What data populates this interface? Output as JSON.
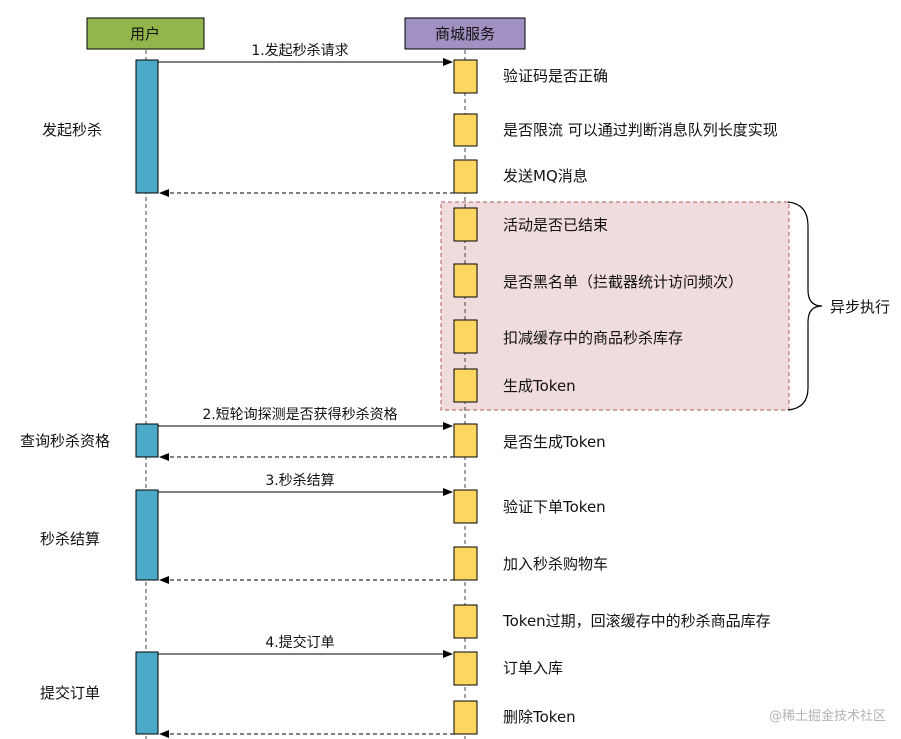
{
  "participants": {
    "user": {
      "label": "用户",
      "color": "#92b64c"
    },
    "mall": {
      "label": "商城服务",
      "color": "#a190c2"
    }
  },
  "activation_colors": {
    "user": "#4aaac8",
    "mall": "#fdd662"
  },
  "async_box": {
    "fill": "#f0dcdc",
    "border": "#b55a5a",
    "label": "异步执行"
  },
  "phases": [
    "发起秒杀",
    "查询秒杀资格",
    "秒杀结算",
    "提交订单"
  ],
  "messages": [
    "1.发起秒杀请求",
    "2.短轮询探测是否获得秒杀资格",
    "3.秒杀结算",
    "4.提交订单"
  ],
  "steps": [
    "验证码是否正确",
    "是否限流 可以通过判断消息队列长度实现",
    "发送MQ消息",
    "活动是否已结束",
    "是否黑名单（拦截器统计访问频次）",
    "扣减缓存中的商品秒杀库存",
    "生成Token",
    "是否生成Token",
    "验证下单Token",
    "加入秒杀购物车",
    "Token过期，回滚缓存中的秒杀商品库存",
    "订单入库",
    "删除Token"
  ],
  "watermark": "@稀土掘金技术社区"
}
